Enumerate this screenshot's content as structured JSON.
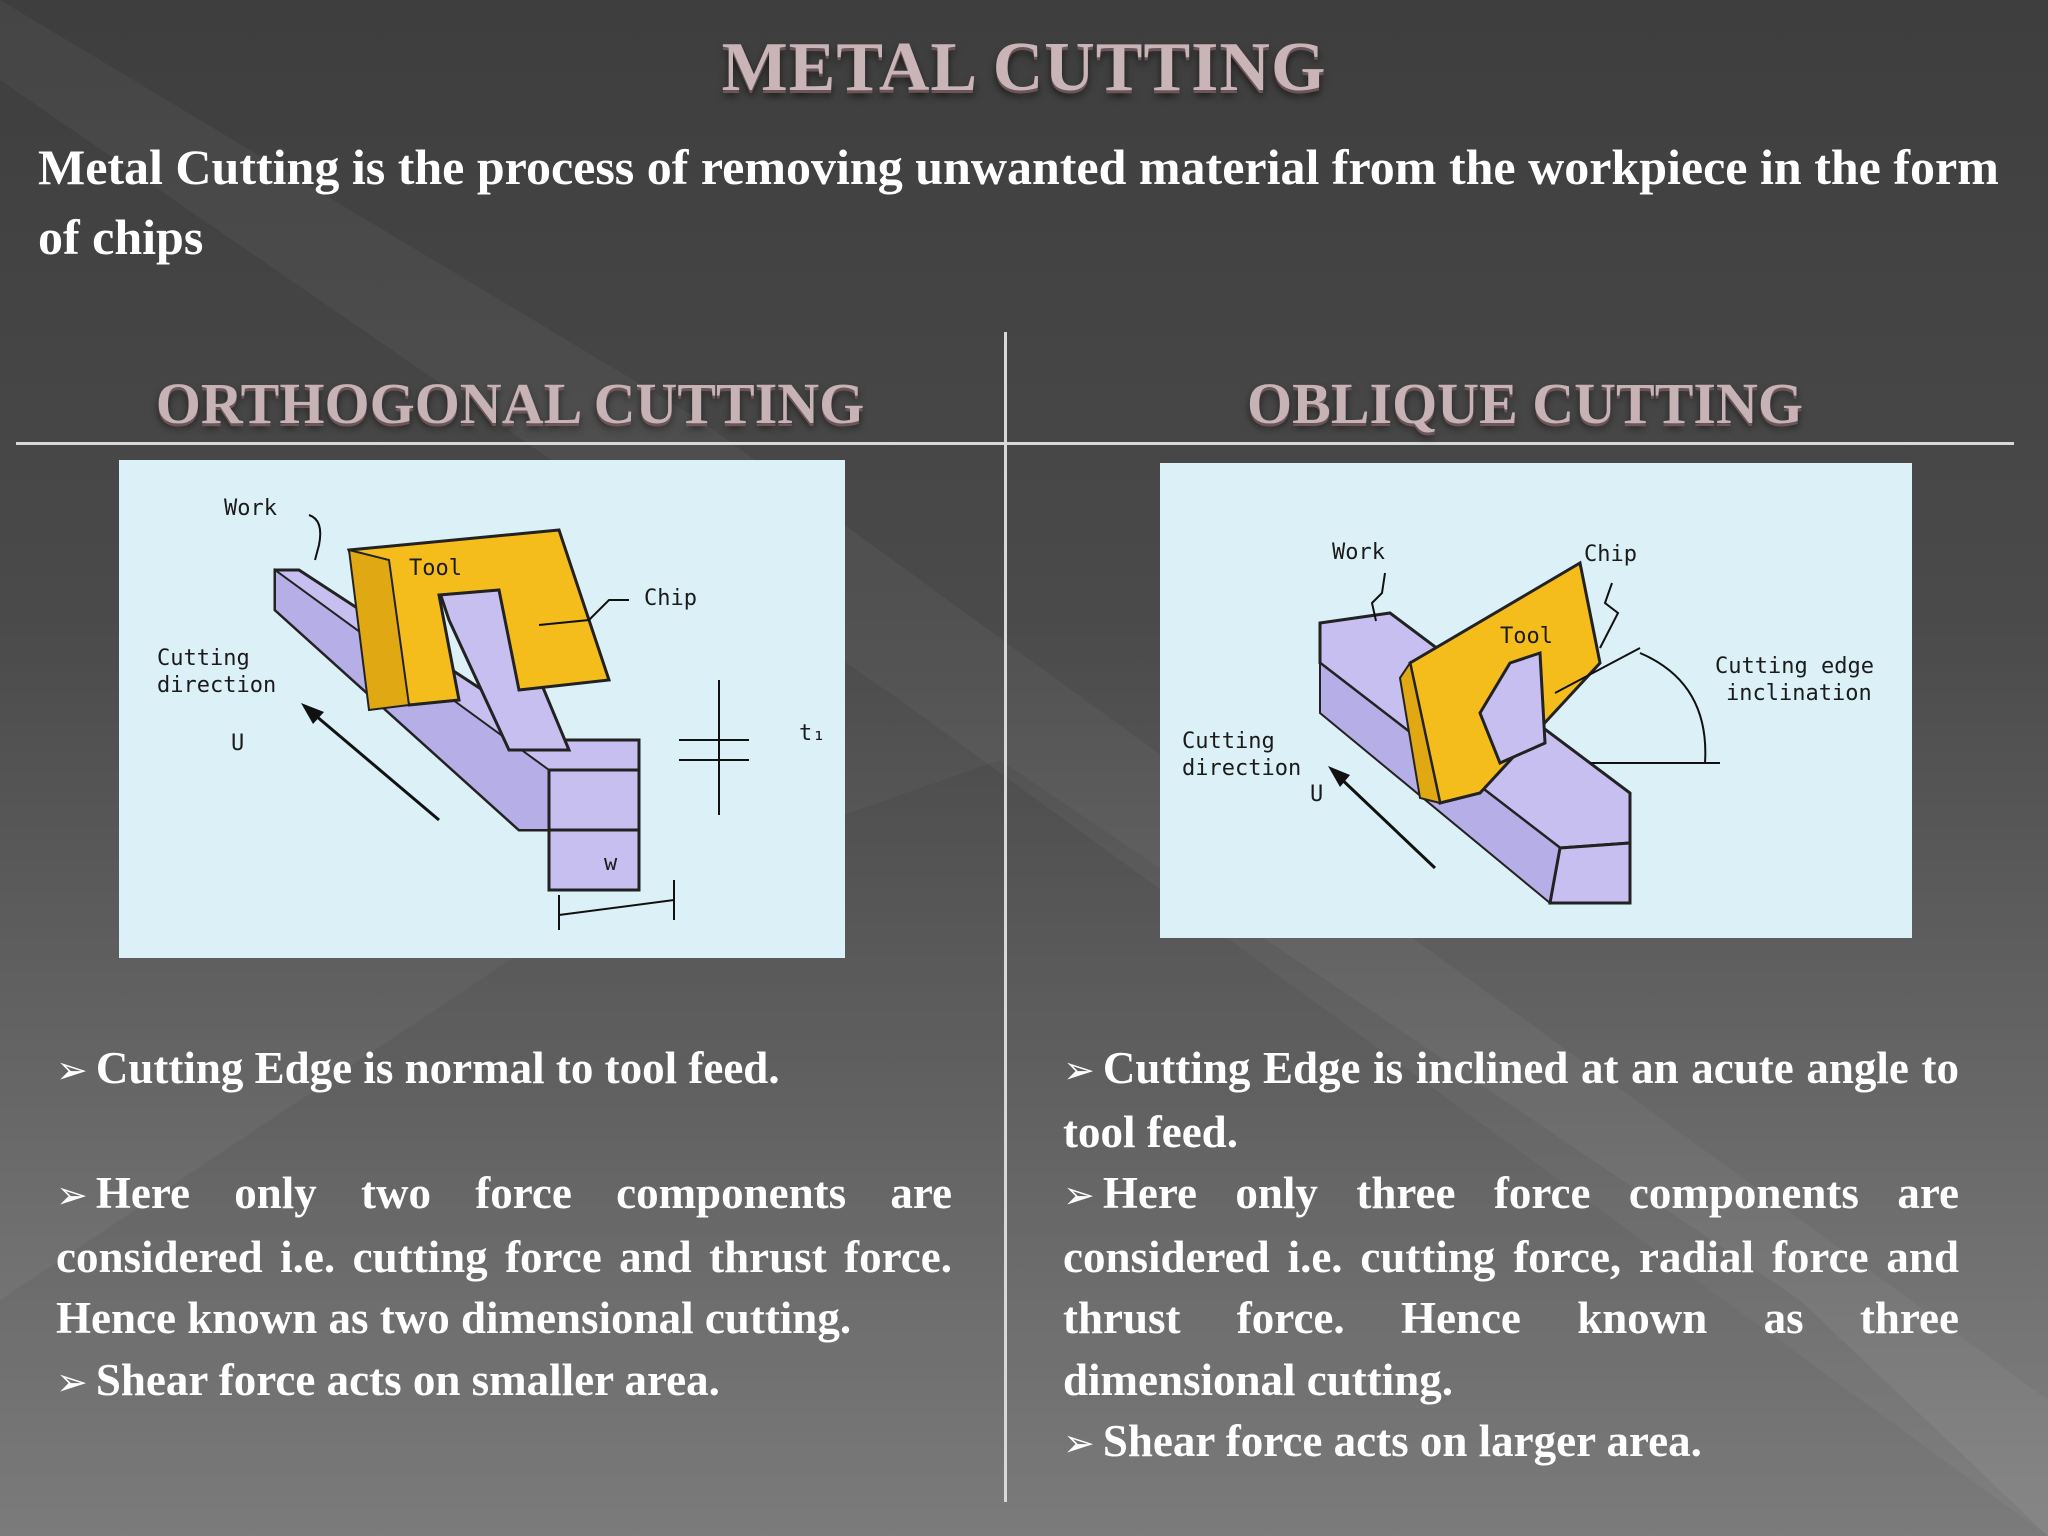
{
  "slide": {
    "title": "METAL CUTTING",
    "definition": "Metal Cutting is the process of removing unwanted material from the workpiece in the form of chips"
  },
  "columns": {
    "left": {
      "heading": "ORTHOGONAL CUTTING",
      "figure_labels": {
        "work": "Work",
        "tool": "Tool",
        "chip": "Chip",
        "cutting": "Cutting",
        "direction": "direction",
        "u": "U",
        "t1": "t₁",
        "w": "w"
      },
      "bullets": [
        "Cutting Edge is normal to tool feed.",
        "Here only two force components are considered i.e. cutting force and thrust force. Hence known as two dimensional cutting.",
        "Shear force acts on smaller area."
      ]
    },
    "right": {
      "heading": "OBLIQUE CUTTING",
      "figure_labels": {
        "work": "Work",
        "chip": "Chip",
        "tool": "Tool",
        "cutting_edge": "Cutting edge",
        "inclination": "inclination",
        "cutting": "Cutting",
        "direction": "direction",
        "u": "U"
      },
      "bullets": [
        "Cutting Edge is inclined at an acute angle to tool feed.",
        "Here only three force components are considered i.e. cutting force, radial force and thrust force. Hence known as three dimensional cutting.",
        "Shear force acts on larger area."
      ]
    }
  },
  "icons": {
    "bullet": "arrowhead-bullet-icon"
  },
  "colors": {
    "tool": "#f5bd1c",
    "work": "#c6bff0",
    "figure_bg": "#dcf0f7",
    "heading": "#c7b2b6"
  }
}
